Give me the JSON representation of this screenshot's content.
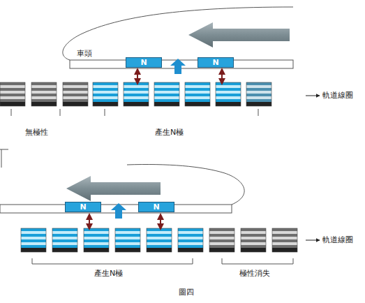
{
  "diagram": {
    "caption": "圖四",
    "nodes": [
      {
        "text": [
          "N"
        ]
      },
      {
        "text": [
          "N"
        ]
      },
      {
        "text": [
          "N"
        ]
      },
      {
        "text": [
          "N"
        ]
      }
    ],
    "labels": [
      "車頭",
      "軌道線圈",
      "無極性",
      "產生N極",
      "產生N極",
      "軌道線圈",
      "極性消失"
    ]
  }
}
